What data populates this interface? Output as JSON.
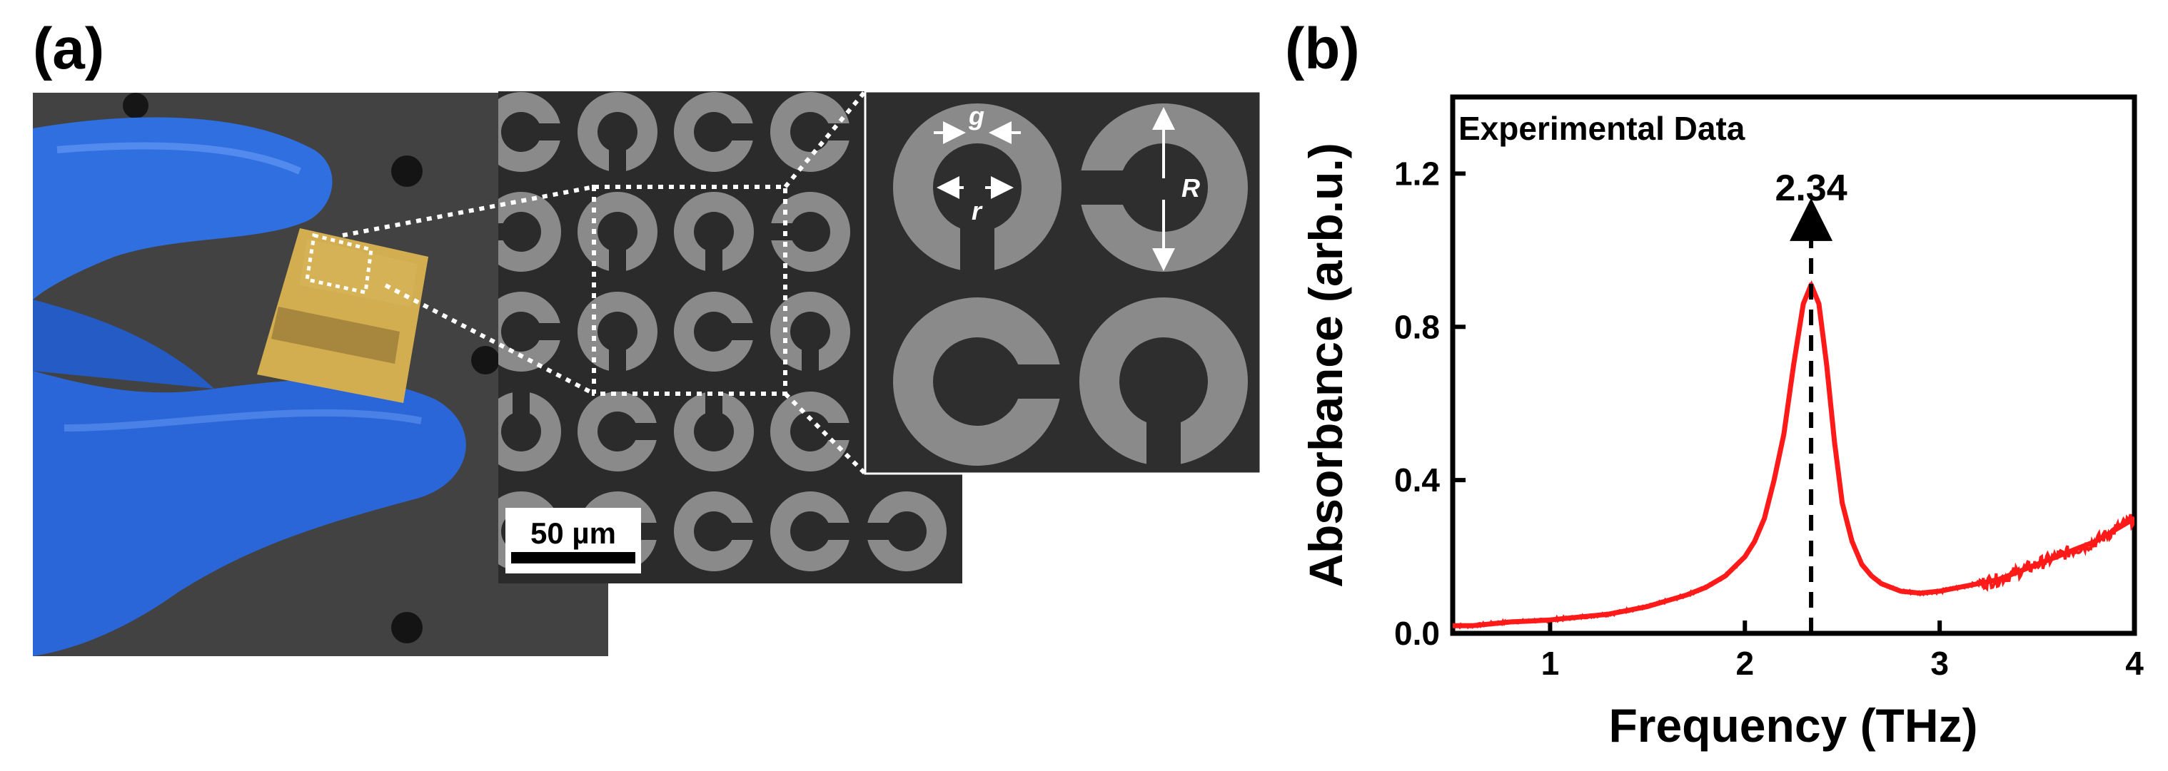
{
  "panel_a": {
    "label": "(a)",
    "dim_g": "g",
    "dim_r": "r",
    "dim_R": "R",
    "scale_bar": "50 µm"
  },
  "panel_b": {
    "label": "(b)"
  },
  "colors": {
    "curve": "#ff1a1a",
    "sem_background": "#2b2b2b",
    "sem_ring": "#8a8a8a",
    "glove": "#2f6fe0",
    "sample": "#c8a040"
  },
  "chart_data": {
    "type": "line",
    "title": "",
    "annotation_inside": "Experimental Data",
    "xlabel": "Frequency (THz)",
    "ylabel": "Absorbance (arb.u.)",
    "xlim": [
      0.5,
      4.0
    ],
    "ylim": [
      0.0,
      1.4
    ],
    "xticks": [
      1,
      2,
      3,
      4
    ],
    "yticks": [
      0.0,
      0.4,
      0.8,
      1.2
    ],
    "xtick_labels": [
      "1",
      "2",
      "3",
      "4"
    ],
    "ytick_labels": [
      "0.0",
      "0.4",
      "0.8",
      "1.2"
    ],
    "grid": false,
    "peak": {
      "x": 2.34,
      "y": 0.91,
      "label": "2.34"
    },
    "series": [
      {
        "x": [
          0.5,
          0.6,
          0.7,
          0.8,
          0.9,
          1.0,
          1.1,
          1.2,
          1.3,
          1.4,
          1.5,
          1.6,
          1.7,
          1.8,
          1.9,
          2.0,
          2.05,
          2.1,
          2.15,
          2.2,
          2.25,
          2.3,
          2.34,
          2.38,
          2.42,
          2.46,
          2.5,
          2.55,
          2.6,
          2.65,
          2.7,
          2.8,
          2.9,
          3.0,
          3.1,
          3.2,
          3.3,
          3.4,
          3.5,
          3.6,
          3.7,
          3.8,
          3.9,
          4.0
        ],
        "y": [
          0.02,
          0.02,
          0.025,
          0.03,
          0.032,
          0.035,
          0.04,
          0.045,
          0.05,
          0.06,
          0.07,
          0.085,
          0.1,
          0.12,
          0.15,
          0.2,
          0.24,
          0.3,
          0.4,
          0.52,
          0.7,
          0.86,
          0.91,
          0.86,
          0.7,
          0.5,
          0.34,
          0.24,
          0.18,
          0.15,
          0.13,
          0.11,
          0.105,
          0.11,
          0.12,
          0.13,
          0.14,
          0.16,
          0.18,
          0.2,
          0.22,
          0.24,
          0.27,
          0.3
        ]
      }
    ]
  }
}
